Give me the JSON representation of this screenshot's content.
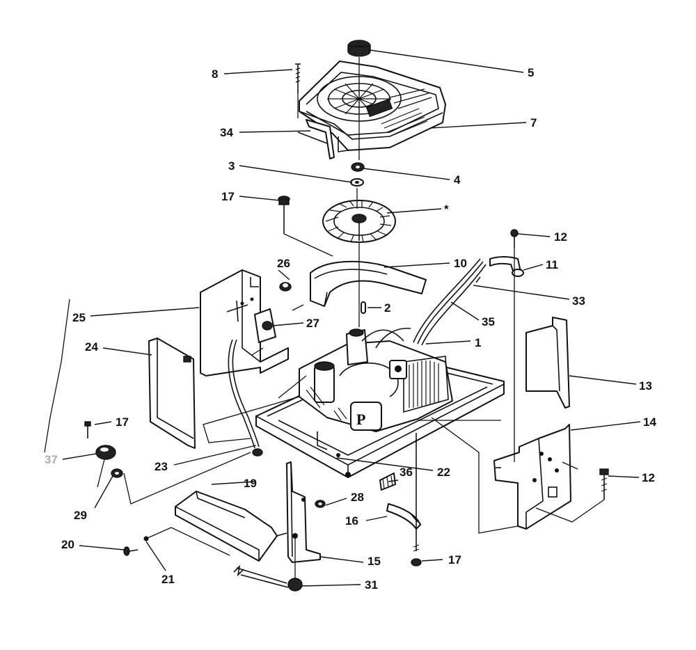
{
  "callouts": {
    "c1": "1",
    "c2": "2",
    "c3": "3",
    "c4": "4",
    "c5": "5",
    "c7": "7",
    "c8": "8",
    "c_star": "*",
    "c10": "10",
    "c11": "11",
    "c12a": "12",
    "c12b": "12",
    "c13": "13",
    "c14": "14",
    "c15": "15",
    "c16": "16",
    "c17a": "17",
    "c17b": "17",
    "c17c": "17",
    "c19": "19",
    "c20": "20",
    "c21": "21",
    "c22": "22",
    "c23": "23",
    "c24": "24",
    "c25": "25",
    "c26": "26",
    "c27": "27",
    "c28": "28",
    "c29": "29",
    "c31": "31",
    "c33": "33",
    "c34": "34",
    "c35": "35",
    "c36": "36",
    "c37": "37"
  }
}
